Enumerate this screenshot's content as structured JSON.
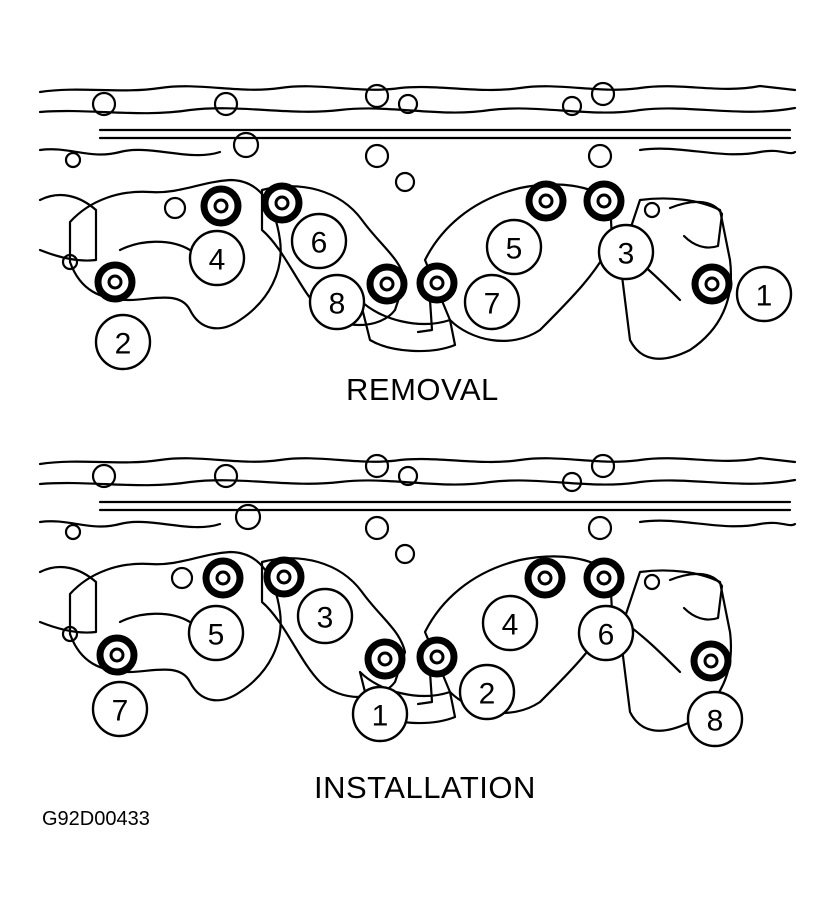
{
  "figure": {
    "figure_id": "G92D00433",
    "removal": {
      "caption": "REMOVAL",
      "sequence": [
        "1",
        "2",
        "3",
        "4",
        "5",
        "6",
        "7",
        "8"
      ]
    },
    "installation": {
      "caption": "INSTALLATION",
      "sequence": [
        "1",
        "2",
        "3",
        "4",
        "5",
        "6",
        "7",
        "8"
      ]
    },
    "colors": {
      "line": "#000000",
      "background": "#ffffff"
    }
  }
}
